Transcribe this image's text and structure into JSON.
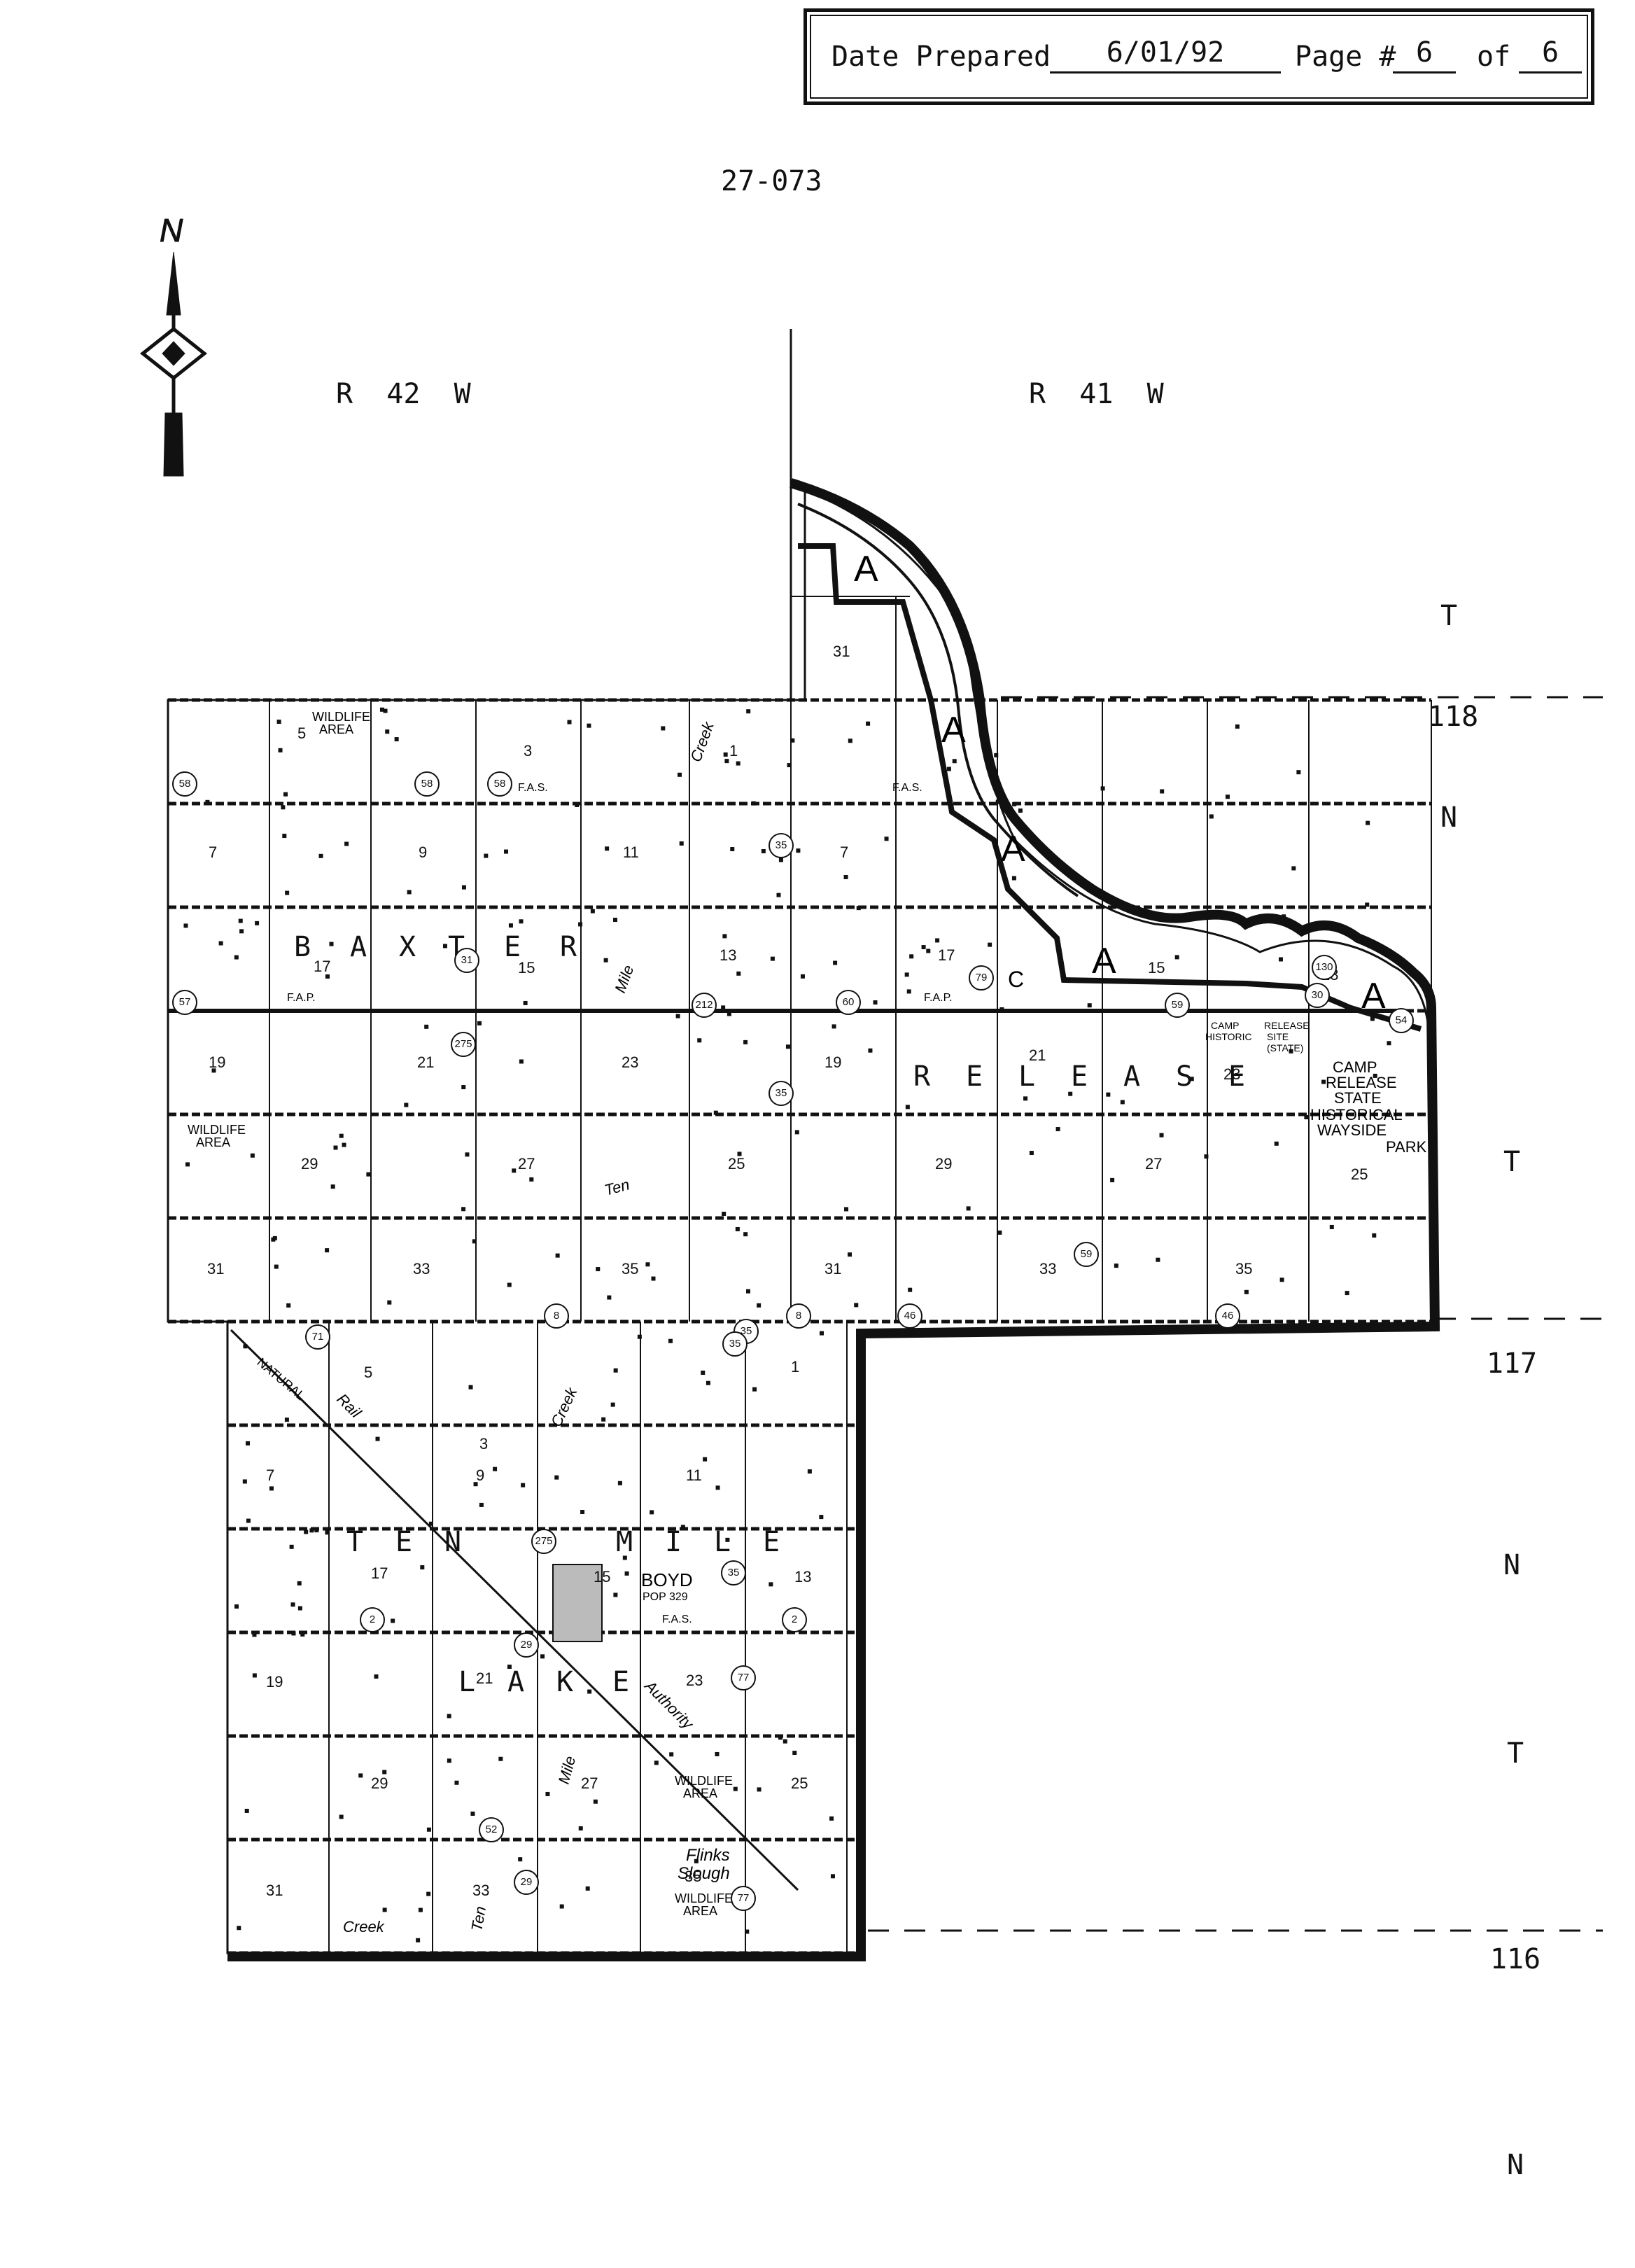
{
  "header": {
    "date_label": "Date Prepared",
    "date_value": "6/01/92",
    "page_label": "Page #",
    "page_value": "6",
    "of_label": "of",
    "of_value": "6"
  },
  "doc_id": "27-073",
  "compass": {
    "north_label": "N",
    "icon": "north-arrow-icon"
  },
  "ranges": {
    "west": "R  42  W",
    "east": "R  41  W"
  },
  "townships": {
    "t118": [
      "T",
      "118",
      "N"
    ],
    "t117": [
      "T",
      "117",
      "N"
    ],
    "t116": [
      "T",
      "116",
      "N"
    ]
  },
  "townships_names": {
    "baxter": [
      "B",
      "A",
      "X",
      "T",
      "E",
      "R"
    ],
    "release": [
      "R",
      "E",
      "L",
      "E",
      "A",
      "S",
      "E"
    ],
    "ten_mile": [
      "T",
      "E",
      "N",
      "M",
      "I",
      "L",
      "E"
    ],
    "lake": [
      "L",
      "A",
      "K",
      "E"
    ]
  },
  "boundary_marker": "A",
  "place_labels": {
    "wildlife_area_1": [
      "WILDLIFE",
      "AREA"
    ],
    "wildlife_area_2": [
      "WILDLIFE",
      "AREA"
    ],
    "wildlife_area_3": [
      "WILDLIFE",
      "AREA"
    ],
    "wildlife_area_4": [
      "WILDLIFE",
      "AREA"
    ],
    "camp_historic": [
      "CAMP",
      "HISTORIC"
    ],
    "release_site": [
      "RELEASE",
      "SITE",
      "(STATE)"
    ],
    "camp_release": [
      "CAMP",
      "RELEASE",
      "STATE",
      "HISTORICAL",
      "WAYSIDE",
      "PARK"
    ],
    "boyd": "BOYD",
    "boyd_pop": "POP 329",
    "flinks": [
      "Flinks",
      "Slough"
    ],
    "creek_1": "Creek",
    "creek_2": "Creek",
    "creek_3": "Creek",
    "mile_1": "Mile",
    "mile_2": "Mile",
    "ten_1": "Ten",
    "ten_2": "Ten",
    "natural": "NATURAL",
    "rail": "Rail",
    "authority": "Authority",
    "fas": "F.A.S.",
    "fap": "F.A.P.",
    "c_marker": "C"
  },
  "section_numbers": {
    "baxter": [
      "5",
      "3",
      "1",
      "7",
      "9",
      "11",
      "13",
      "17",
      "15",
      "19",
      "21",
      "23",
      "29",
      "27",
      "25",
      "31",
      "33",
      "35"
    ],
    "release": [
      "31",
      "7",
      "17",
      "15",
      "19",
      "21",
      "23",
      "29",
      "27",
      "25",
      "31",
      "33",
      "35",
      "13"
    ],
    "ten_mile": [
      "5",
      "3",
      "1",
      "7",
      "9",
      "11",
      "17",
      "15",
      "13",
      "19",
      "21",
      "23",
      "29",
      "27",
      "25",
      "31",
      "33",
      "35"
    ]
  },
  "route_shields": [
    "58",
    "58",
    "58",
    "35",
    "31",
    "212",
    "59",
    "79",
    "275",
    "35",
    "35",
    "8",
    "8",
    "46",
    "46",
    "59",
    "71",
    "35",
    "275",
    "2",
    "2",
    "35",
    "29",
    "77",
    "52",
    "29",
    "77",
    "60",
    "57",
    "30",
    "130",
    "54"
  ]
}
